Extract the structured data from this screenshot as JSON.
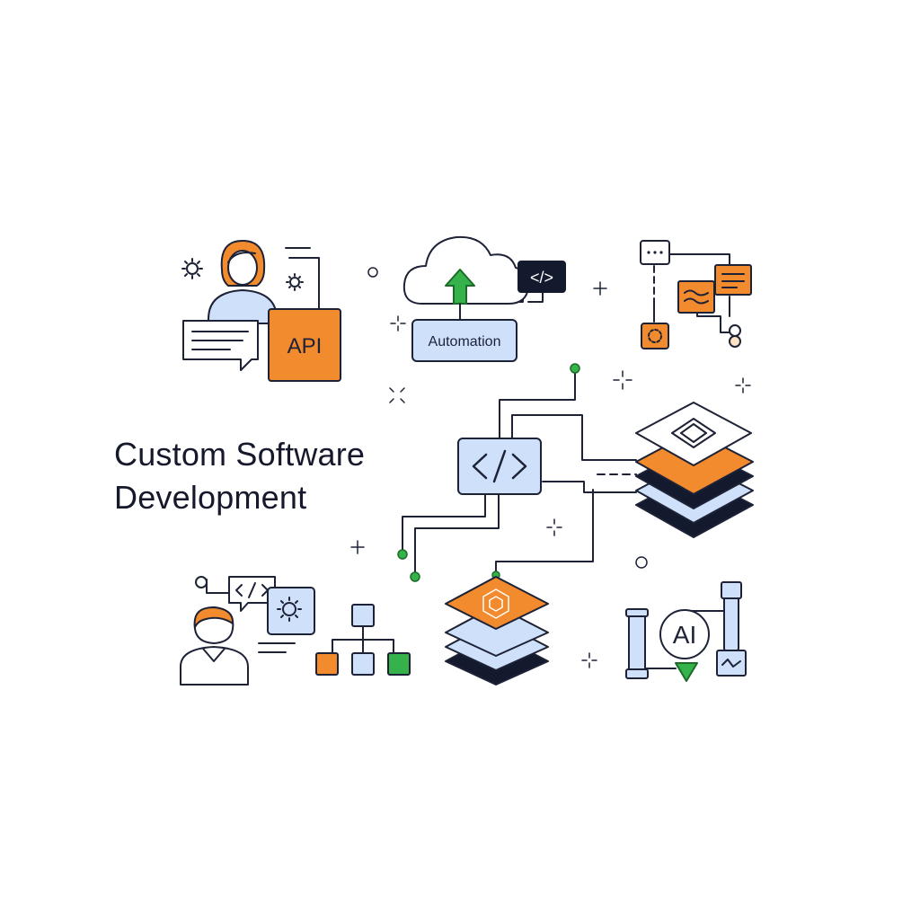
{
  "heading": {
    "line1": "Custom Software",
    "line2": "Development"
  },
  "labels": {
    "api": "API",
    "automation": "Automation",
    "code_tag": "</>",
    "ai": "AI"
  },
  "colors": {
    "ink": "#1d2236",
    "orange": "#f28a2e",
    "light_blue": "#cfe0fb",
    "green": "#35b24a",
    "navy": "#141a2e"
  },
  "icons": [
    "person-icon",
    "chat-bubble-icon",
    "gear-icon",
    "cloud-icon",
    "upload-arrow-icon",
    "code-icon",
    "flowchart-icon",
    "layer-stack-icon",
    "hierarchy-icon",
    "ai-icon",
    "sparkle-icon"
  ]
}
